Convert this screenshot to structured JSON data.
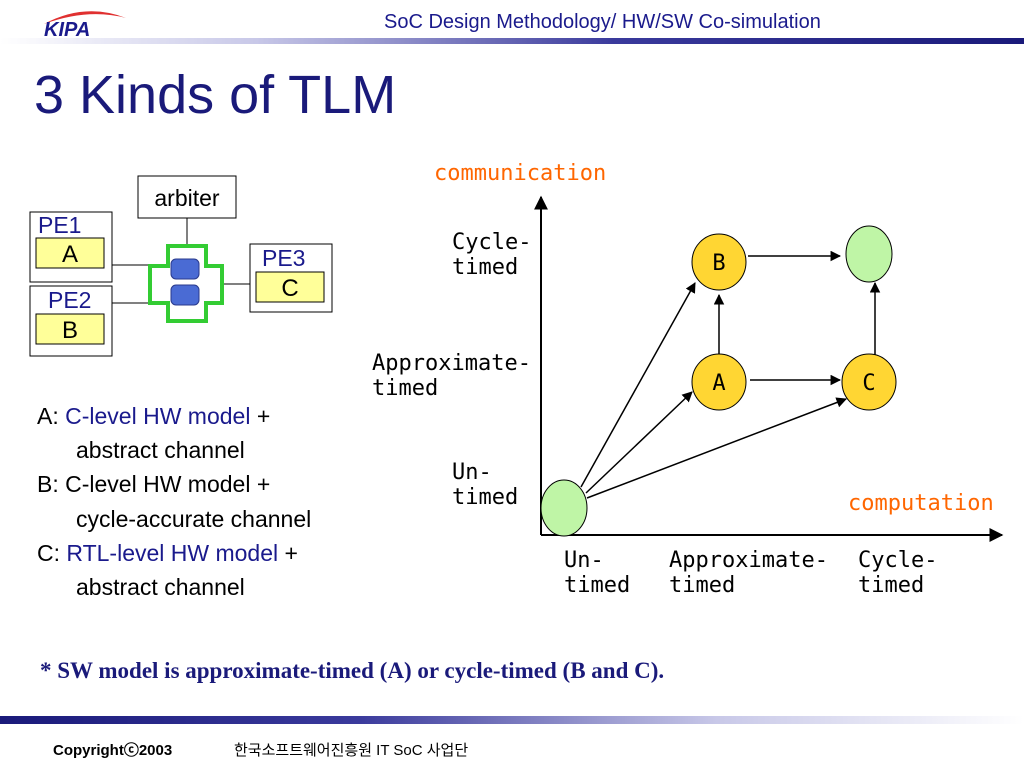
{
  "header": {
    "logo_text": "KIPA",
    "title": "SoC Design Methodology/ HW/SW Co-simulation"
  },
  "page": {
    "title": "3 Kinds of TLM"
  },
  "architecture": {
    "arbiter_label": "arbiter",
    "pe1_label": "PE1",
    "pe1_block": "A",
    "pe2_label": "PE2",
    "pe2_block": "B",
    "pe3_label": "PE3",
    "pe3_block": "C"
  },
  "descriptions": {
    "a_prefix": "A: ",
    "a_level": "C-level HW model",
    "a_plus": " +",
    "a_channel": "abstract channel",
    "b_line1": "B: C-level HW model +",
    "b_line2": "cycle-accurate channel",
    "c_prefix": "C: ",
    "c_level": "RTL-level HW model",
    "c_plus": " +",
    "c_channel": "abstract channel"
  },
  "graph": {
    "y_axis_title": "communication",
    "x_axis_title": "computation",
    "y_cycle_1": "Cycle-",
    "y_cycle_2": "timed",
    "y_approx_1": "Approximate-",
    "y_approx_2": "timed",
    "y_un_1": "Un-",
    "y_un_2": "timed",
    "x_un_1": "Un-",
    "x_un_2": "timed",
    "x_approx_1": "Approximate-",
    "x_approx_2": "timed",
    "x_cycle_1": "Cycle-",
    "x_cycle_2": "timed",
    "node_b": "B",
    "node_a": "A",
    "node_c": "C"
  },
  "note": "* SW model is approximate-timed (A) or cycle-timed (B and C).",
  "footer": {
    "copyright": "Copyrightⓒ2003",
    "organization": "한국소프트웨어진흥원  IT SoC 사업단"
  },
  "colors": {
    "title_blue": "#1a1a7a",
    "node_yellow": "#ffd633",
    "node_green": "#bff5a6",
    "arbiter_green": "#33cc33",
    "axis_title": "#ff6600"
  }
}
